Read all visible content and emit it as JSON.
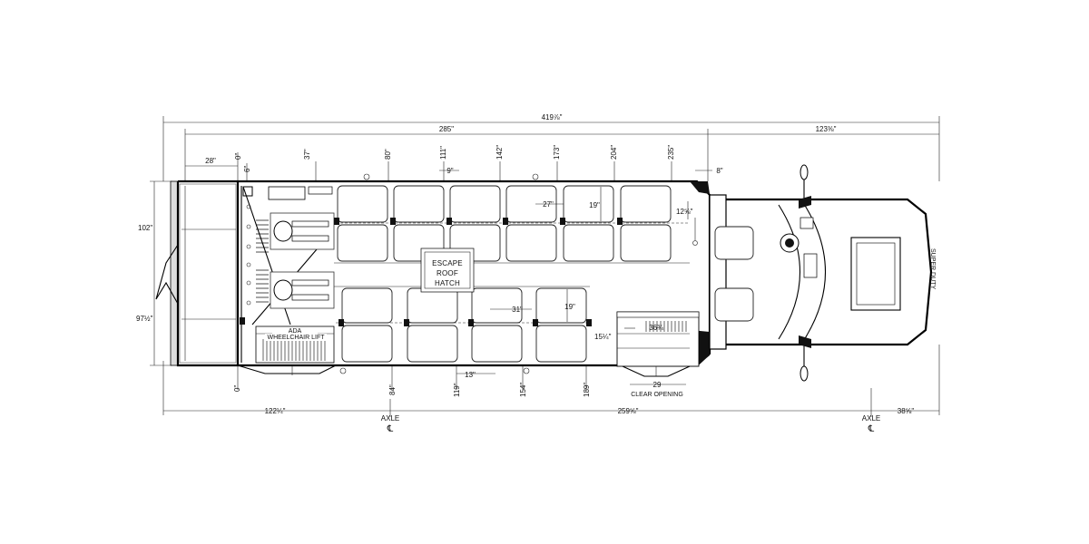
{
  "dimensions": {
    "overall_length": "419⅞\"",
    "body_length": "285\"",
    "front_overhang": "123⅜\"",
    "rear_overhang": "122¼\"",
    "wheelbase": "259⅝\"",
    "front_to_axle": "38⅝\"",
    "rear_step": "28\"",
    "zero_top": "0\"",
    "zero_bottom": "0\"",
    "six": "6\"",
    "eight": "8\"",
    "nine": "9\"",
    "thirteen": "13\"",
    "seat_depth_27": "27\"",
    "seat_depth_31": "31\"",
    "seat_width_19_top": "19\"",
    "seat_width_19_bottom": "19\"",
    "aisle_12": "12⅝\"",
    "step_15": "15¼\"",
    "door_36": "36¾",
    "door_29": "29",
    "width_102": "102\"",
    "width_97": "97½\"",
    "top_stations": [
      "37\"",
      "80\"",
      "111\"",
      "142\"",
      "173\"",
      "204\"",
      "235\""
    ],
    "bottom_stations": [
      "84\"",
      "119\"",
      "154\"",
      "189\""
    ]
  },
  "labels": {
    "escape_hatch": [
      "ESCAPE",
      "ROOF",
      "HATCH"
    ],
    "ada": "ADA",
    "wheelchair_lift": "WHEELCHAIR LIFT",
    "clear_opening": "CLEAR OPENING",
    "axle_left": "AXLE",
    "axle_right": "AXLE",
    "centerline_symbol": "℄",
    "hood_text": "SUPER DUTY"
  }
}
